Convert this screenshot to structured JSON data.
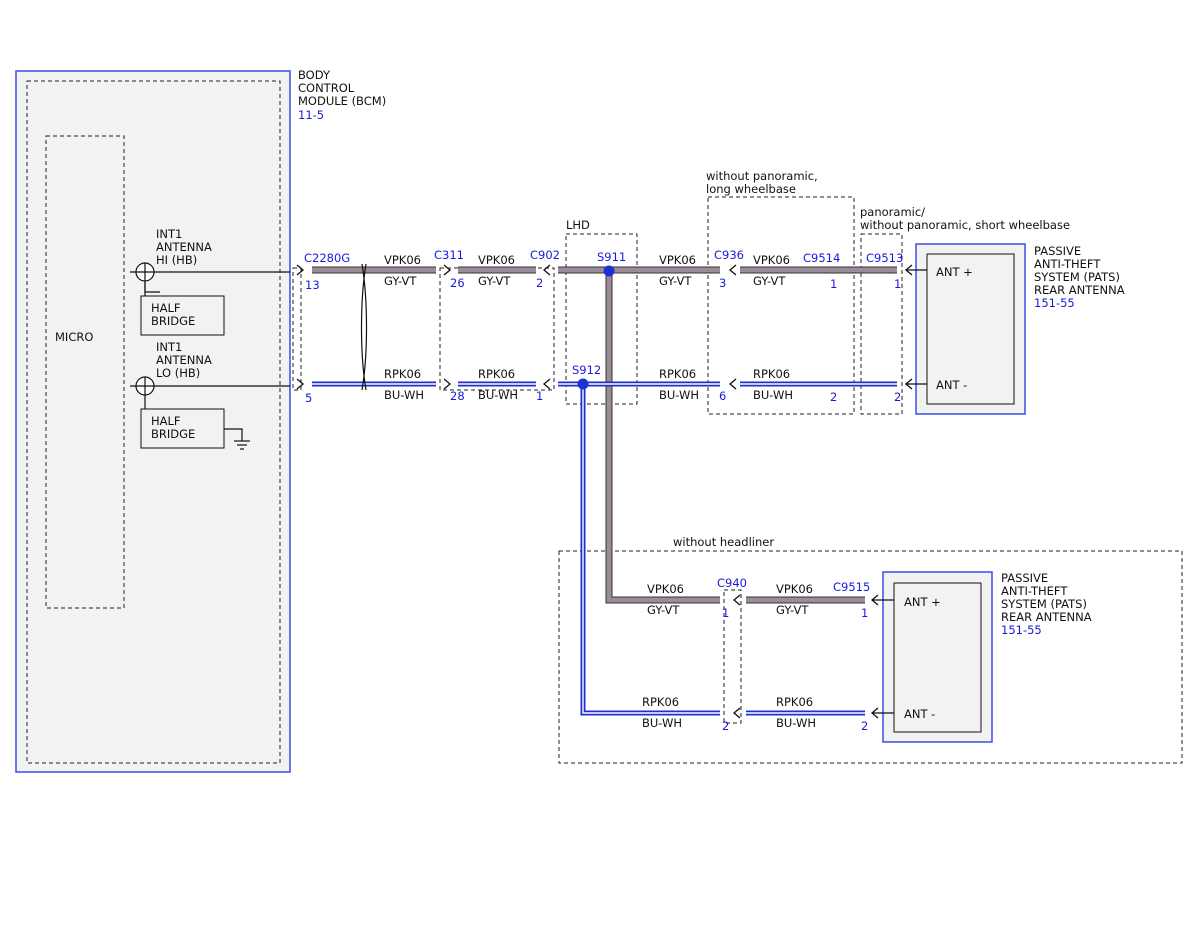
{
  "bcm": {
    "name_lines": [
      "BODY",
      "CONTROL",
      "MODULE (BCM)"
    ],
    "ref": "11-5",
    "micro_label": "MICRO",
    "hi_label_lines": [
      "INT1",
      "ANTENNA",
      "HI (HB)"
    ],
    "lo_label_lines": [
      "INT1",
      "ANTENNA",
      "LO (HB)"
    ],
    "half_bridge_lines": [
      "HALF",
      "BRIDGE"
    ]
  },
  "zones": {
    "lhd": "LHD",
    "without_panoramic_lines": [
      "without panoramic,",
      "long wheelbase"
    ],
    "panoramic_lines": [
      "panoramic/",
      "without panoramic, short wheelbase"
    ],
    "without_headliner": "without headliner"
  },
  "connectors": {
    "c2280g": {
      "name": "C2280G",
      "pin_hi": "13",
      "pin_lo": "5"
    },
    "c311": {
      "name": "C311",
      "pin_hi": "26",
      "pin_lo": "28"
    },
    "c902": {
      "name": "C902",
      "pin_hi": "2",
      "pin_lo": "1"
    },
    "c936": {
      "name": "C936",
      "pin_hi": "3",
      "pin_lo": "6"
    },
    "c9514": {
      "name": "C9514",
      "pin_hi": "1",
      "pin_lo": "2"
    },
    "c9513": {
      "name": "C9513",
      "pin_hi": "1",
      "pin_lo": "2"
    },
    "c940": {
      "name": "C940",
      "pin_hi": "1",
      "pin_lo": "2"
    },
    "c9515": {
      "name": "C9515",
      "pin_hi": "1",
      "pin_lo": "2"
    }
  },
  "splices": {
    "s911": "S911",
    "s912": "S912"
  },
  "wires": {
    "hi": {
      "circuit": "VPK06",
      "color": "GY-VT"
    },
    "lo": {
      "circuit": "RPK06",
      "color": "BU-WH"
    }
  },
  "pats_top": {
    "name_lines": [
      "PASSIVE",
      "ANTI-THEFT",
      "SYSTEM (PATS)",
      "REAR ANTENNA"
    ],
    "ref": "151-55",
    "ant_plus": "ANT +",
    "ant_minus": "ANT -"
  },
  "pats_bottom": {
    "name_lines": [
      "PASSIVE",
      "ANTI-THEFT",
      "SYSTEM (PATS)",
      "REAR ANTENNA"
    ],
    "ref": "151-55",
    "ant_plus": "ANT +",
    "ant_minus": "ANT -"
  },
  "colors": {
    "wire_gy_vt": "#9a8c98",
    "wire_bu_wh": "#1f2fd0",
    "label_blue": "#1a1adc",
    "component_border": "#3b4ee8",
    "component_fill": "#f2f2f2"
  }
}
